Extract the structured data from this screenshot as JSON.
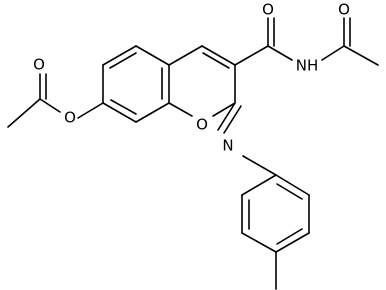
{
  "diagram": {
    "type": "chemical-structure",
    "atom_labels": {
      "o_ester_carbonyl": "O",
      "o_ester_link": "O",
      "o_ring": "O",
      "o_amide_carbonyl": "O",
      "nh": "NH",
      "o_acetyl": "O",
      "n_imine": "N"
    },
    "colors": {
      "background": "#ffffff",
      "stroke": "#000000",
      "text": "#000000"
    }
  }
}
